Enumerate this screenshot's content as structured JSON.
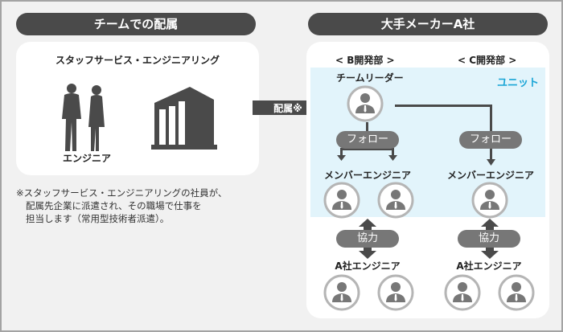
{
  "left": {
    "header": "チームでの配属",
    "company": "スタッフサービス・エンジニアリング",
    "engineer_label": "エンジニア",
    "note_lines": [
      "※スタッフサービス・エンジニアリングの社員が、",
      "配属先企業に派遣され、その職場で仕事を",
      "担当します（常用型技術者派遣）。"
    ]
  },
  "arrow": {
    "label": "配属※"
  },
  "right": {
    "header": "大手メーカーA社",
    "dept_b": "< B開発部 >",
    "dept_c": "< C開発部 >",
    "unit_label": "ユニット",
    "team_leader": "チームリーダー",
    "follow_label": "フォロー",
    "member_engineer": "メンバーエンジニア",
    "cooperation": "協力",
    "a_engineer": "A社エンジニア"
  },
  "colors": {
    "dark": "#4a4a4a",
    "unit_bg": "#e2f4fb",
    "unit_text": "#1aa5d6",
    "pill_gray": "#777777"
  }
}
